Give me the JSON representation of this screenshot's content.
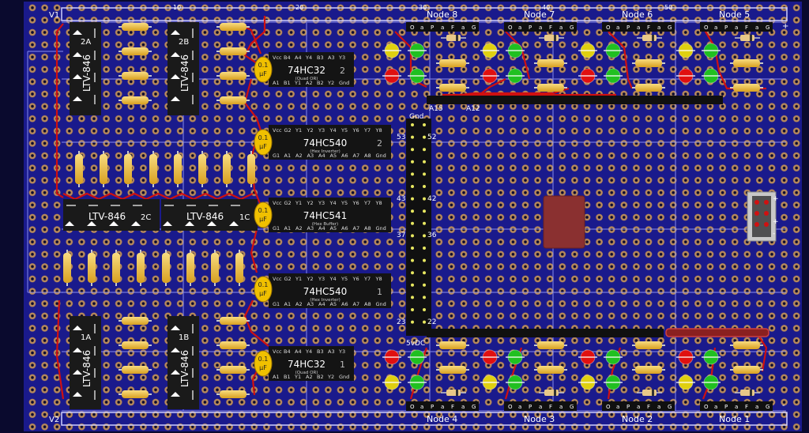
{
  "board": {
    "rail_top": "V1",
    "rail_bottom": "V2",
    "ruler": [
      "10",
      "20",
      "30",
      "40",
      "50"
    ],
    "colors": {
      "board": "#1a1a8c",
      "hole": "#c89a6a",
      "hole_center": "#0a0a2e",
      "trace": "#d01010",
      "chip": "#1a1a1a",
      "resistor": "#f0c040",
      "cap": "#f0c000",
      "led_red": "#e01010",
      "led_green": "#20c020",
      "led_yellow": "#e0d010"
    }
  },
  "nodes_top": [
    "Node 8",
    "Node 7",
    "Node 6",
    "Node 5"
  ],
  "nodes_bottom": [
    "Node 4",
    "Node 3",
    "Node 2",
    "Node 1"
  ],
  "header_pins": [
    "O",
    "a",
    "P",
    "a",
    "F",
    "a",
    "G"
  ],
  "opto": [
    {
      "label": "2A",
      "part": "LTV-846"
    },
    {
      "label": "2B",
      "part": "LTV-846"
    },
    {
      "label": "2C",
      "part": "LTV-846"
    },
    {
      "label": "1C",
      "part": "LTV-846"
    },
    {
      "label": "1A",
      "part": "LTV-846"
    },
    {
      "label": "1B",
      "part": "LTV-846"
    }
  ],
  "chips": [
    {
      "name": "74HC32",
      "num": "2",
      "sub": "(Quad OR)",
      "pins_top": [
        "Vcc",
        "B4",
        "A4",
        "Y4",
        "B3",
        "A3",
        "Y3"
      ],
      "pins_bot": [
        "A1",
        "B1",
        "Y1",
        "A2",
        "B2",
        "Y2",
        "Gnd"
      ]
    },
    {
      "name": "74HC540",
      "num": "2",
      "sub": "(Hex Inverter)",
      "pins_top": [
        "Vcc",
        "G2",
        "Y1",
        "Y2",
        "Y3",
        "Y4",
        "Y5",
        "Y6",
        "Y7",
        "Y8"
      ],
      "pins_bot": [
        "G1",
        "A1",
        "A2",
        "A3",
        "A4",
        "A5",
        "A6",
        "A7",
        "A8",
        "Gnd"
      ]
    },
    {
      "name": "74HC541",
      "num": "",
      "sub": "(Hex Buffer)",
      "pins_top": [
        "Vcc",
        "G2",
        "Y1",
        "Y2",
        "Y3",
        "Y4",
        "Y5",
        "Y6",
        "Y7",
        "Y8"
      ],
      "pins_bot": [
        "G1",
        "A1",
        "A2",
        "A3",
        "A4",
        "A5",
        "A6",
        "A7",
        "A8",
        "Gnd"
      ]
    },
    {
      "name": "74HC540",
      "num": "1",
      "sub": "(Hex Inverter)",
      "pins_top": [
        "Vcc",
        "G2",
        "Y1",
        "Y2",
        "Y3",
        "Y4",
        "Y5",
        "Y6",
        "Y7",
        "Y8"
      ],
      "pins_bot": [
        "G1",
        "A1",
        "A2",
        "A3",
        "A4",
        "A5",
        "A6",
        "A7",
        "A8",
        "Gnd"
      ]
    },
    {
      "name": "74HC32",
      "num": "1",
      "sub": "(Quad OR)",
      "pins_top": [
        "Vcc",
        "B4",
        "A4",
        "Y4",
        "B3",
        "A3",
        "Y3"
      ],
      "pins_bot": [
        "A1",
        "B1",
        "Y1",
        "A2",
        "B2",
        "Y2",
        "Gnd"
      ]
    }
  ],
  "cap": {
    "top": "0.1",
    "bottom": "µF"
  },
  "arduino": {
    "gnd": "Gnd",
    "vdc": "5vDC",
    "a15": "A15",
    "a12": "A12",
    "pins": [
      {
        "l": "53",
        "r": "52"
      },
      {
        "l": "43",
        "r": "42"
      },
      {
        "l": "37",
        "r": "36"
      },
      {
        "l": "23",
        "r": "22"
      }
    ]
  },
  "power_signs": [
    "+",
    "-"
  ]
}
